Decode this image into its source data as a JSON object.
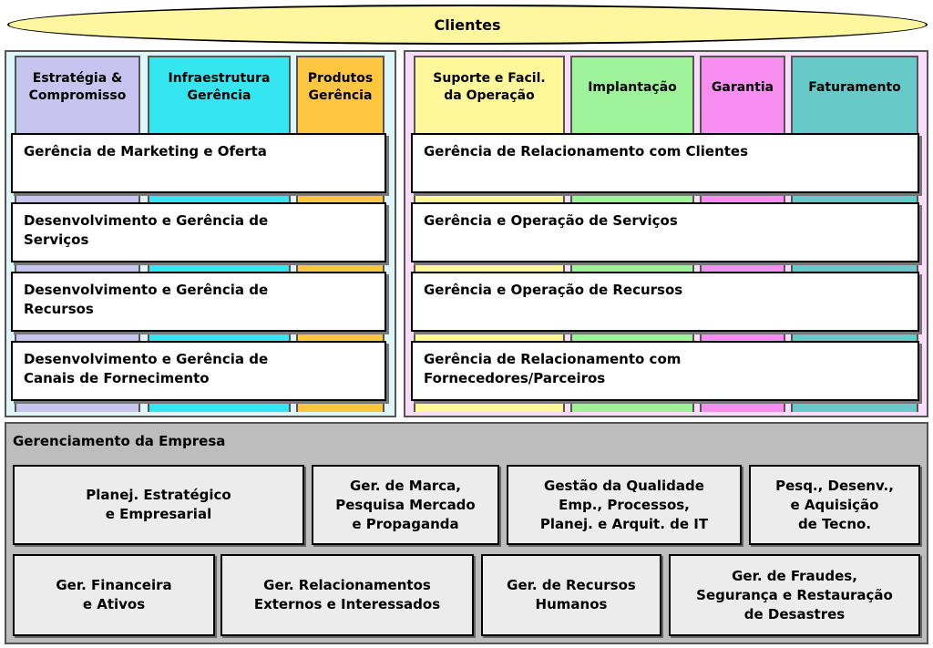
{
  "clients": "Clientes",
  "left_columns": [
    {
      "line1": "Estratégia &",
      "line2": "Compromisso",
      "color": "#c7c5ef"
    },
    {
      "line1": "Infraestrutura",
      "line2": "Gerência",
      "color": "#33e6ef"
    },
    {
      "line1": "Produtos",
      "line2": "Gerência",
      "color": "#ffc640"
    }
  ],
  "right_columns": [
    {
      "line1": "Suporte e Facil.",
      "line2": "da Operação",
      "color": "#fff79a"
    },
    {
      "line1": "Implantação",
      "line2": "",
      "color": "#9ef39a"
    },
    {
      "line1": "Garantia",
      "line2": "",
      "color": "#f78ef0"
    },
    {
      "line1": "Faturamento",
      "line2": "",
      "color": "#66cbc8"
    }
  ],
  "left_processes": [
    {
      "line1": "Gerência de Marketing e Oferta",
      "line2": ""
    },
    {
      "line1": "Desenvolvimento e Gerência de",
      "line2": "Serviços"
    },
    {
      "line1": "Desenvolvimento e Gerência de",
      "line2": "Recursos"
    },
    {
      "line1": "Desenvolvimento e Gerência de",
      "line2": "Canais de Fornecimento"
    }
  ],
  "right_processes": [
    {
      "line1": "Gerência de Relacionamento com Clientes",
      "line2": ""
    },
    {
      "line1": "Gerência e Operação de Serviços",
      "line2": ""
    },
    {
      "line1": "Gerência e Operação de Recursos",
      "line2": ""
    },
    {
      "line1": "Gerência de Relacionamento com",
      "line2": "Fornecedores/Parceiros"
    }
  ],
  "enterprise": {
    "title": "Gerenciamento da Empresa",
    "row1": [
      {
        "lines": [
          "Planej. Estratégico",
          "e Empresarial"
        ]
      },
      {
        "lines": [
          "Ger. de Marca,",
          "Pesquisa Mercado",
          "e Propaganda"
        ]
      },
      {
        "lines": [
          "Gestão da Qualidade",
          "Emp., Processos,",
          "Planej. e Arquit. de IT"
        ]
      },
      {
        "lines": [
          "Pesq., Desenv.,",
          "e Aquisição",
          "de Tecno."
        ]
      }
    ],
    "row2": [
      {
        "lines": [
          "Ger. Financeira",
          "e Ativos"
        ]
      },
      {
        "lines": [
          "Ger. Relacionamentos",
          "Externos e Interessados"
        ]
      },
      {
        "lines": [
          "Ger. de Recursos",
          "Humanos"
        ]
      },
      {
        "lines": [
          "Ger. de Fraudes,",
          "Segurança e Restauração",
          "de Desastres"
        ]
      }
    ]
  }
}
